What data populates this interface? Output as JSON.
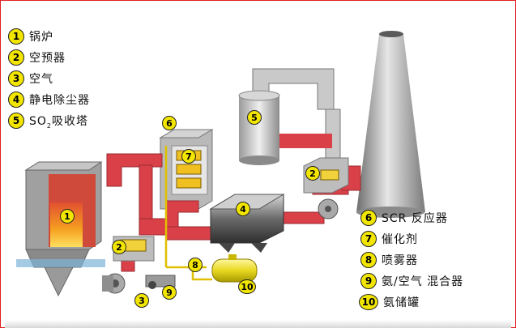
{
  "legend_left": [
    {
      "num": "1",
      "label": "锅炉"
    },
    {
      "num": "2",
      "label": "空预器"
    },
    {
      "num": "3",
      "label": "空气"
    },
    {
      "num": "4",
      "label": "静电除尘器"
    },
    {
      "num": "5",
      "label_prefix": "SO",
      "label_sub": "2",
      "label_suffix": "吸收塔"
    }
  ],
  "legend_right": [
    {
      "num": "6",
      "label": "SCR 反应器"
    },
    {
      "num": "7",
      "label": "催化剂"
    },
    {
      "num": "8",
      "label": "喷雾器"
    },
    {
      "num": "9",
      "label": "氨/空气 混合器"
    },
    {
      "num": "10",
      "label": "氨储罐"
    }
  ],
  "markers": {
    "boiler": "1",
    "preheater_left": "2",
    "preheater_right": "2",
    "air": "3",
    "esp": "4",
    "absorber": "5",
    "scr": "6",
    "catalyst": "7",
    "sprayer": "8",
    "mixer": "9",
    "tank": "10"
  },
  "colors": {
    "badge": "#f2e600",
    "duct_red": "#d94048",
    "equipment_gray": "#a8a8a8",
    "frame": "#e02020"
  }
}
